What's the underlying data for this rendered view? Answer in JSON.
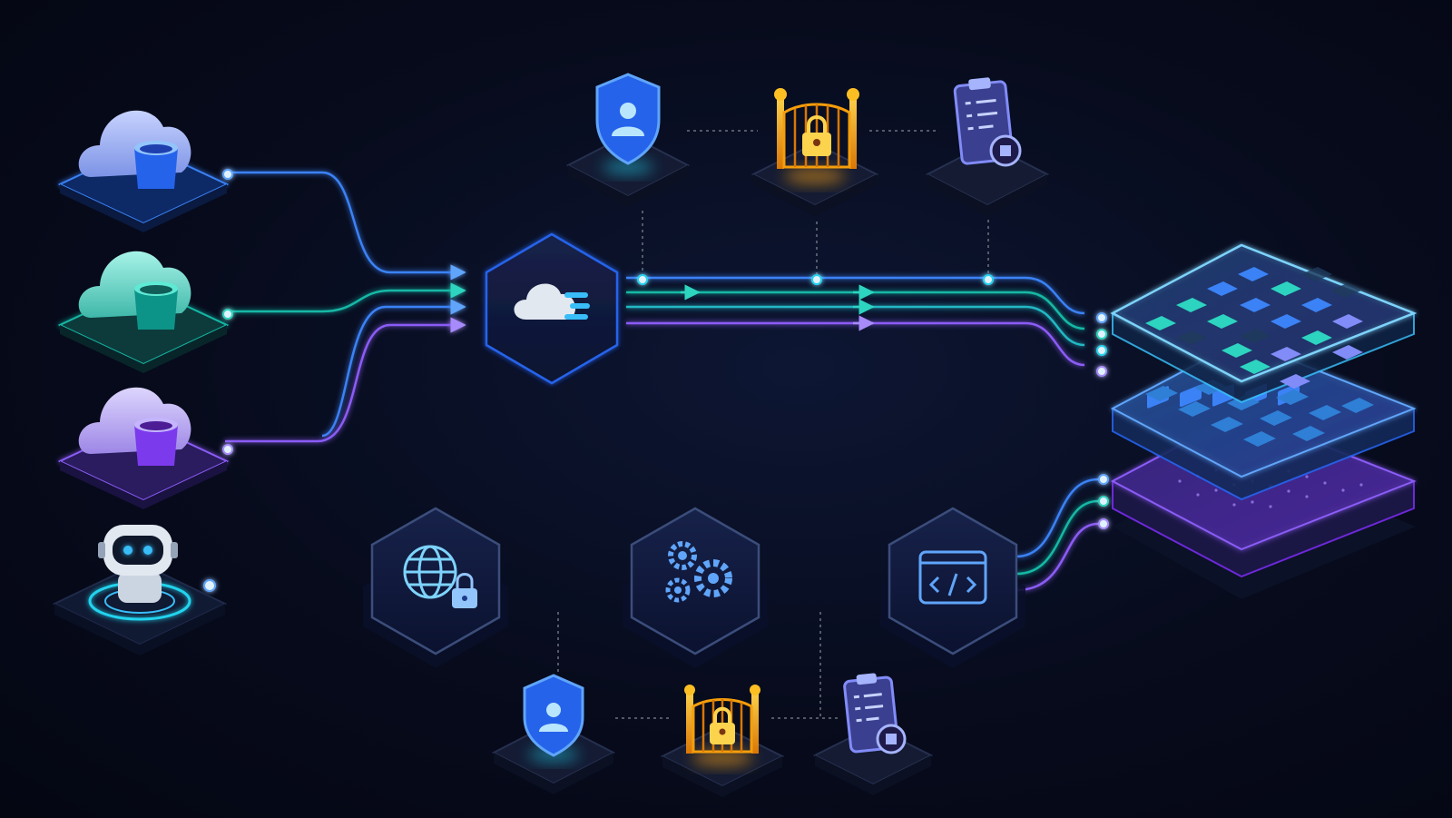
{
  "diagram": {
    "title": "",
    "colors": {
      "background": "#070b1c",
      "blue": "#3b82f6",
      "teal": "#14b8a6",
      "purple": "#8b5cf6",
      "cyan": "#22d3ee",
      "gold": "#f59e0b",
      "tile": "#141b33"
    },
    "sources": [
      {
        "id": "cloud-bucket-blue",
        "icon": "cloud-bucket-icon",
        "color": "blue"
      },
      {
        "id": "cloud-bucket-teal",
        "icon": "cloud-bucket-icon",
        "color": "teal"
      },
      {
        "id": "cloud-bucket-purple",
        "icon": "cloud-bucket-icon",
        "color": "purple"
      },
      {
        "id": "robot-agent",
        "icon": "robot-icon",
        "color": "cyan"
      }
    ],
    "pipeline_nodes": [
      {
        "id": "cloud-ingest",
        "icon": "cloud-stream-icon"
      },
      {
        "id": "secure-web",
        "icon": "globe-lock-icon"
      },
      {
        "id": "processing",
        "icon": "gears-icon"
      },
      {
        "id": "code-transform",
        "icon": "code-window-icon"
      }
    ],
    "governance": [
      {
        "id": "identity",
        "icon": "shield-user-icon"
      },
      {
        "id": "access-gate",
        "icon": "locked-gate-icon"
      },
      {
        "id": "audit",
        "icon": "clipboard-audit-icon"
      }
    ],
    "destination": {
      "id": "data-store",
      "icon": "layered-data-store-icon",
      "layers": 3
    }
  }
}
